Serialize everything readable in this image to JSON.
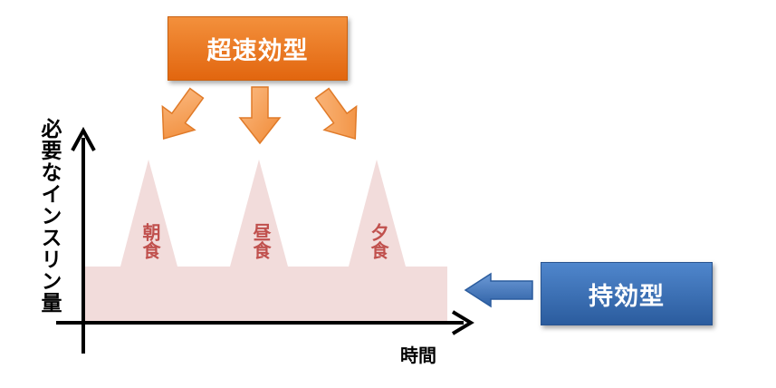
{
  "labels": {
    "rapid_acting": "超速効型",
    "long_acting": "持効型",
    "y_axis": "必要なインスリン量",
    "x_axis": "時間"
  },
  "meals": [
    {
      "name": "朝食"
    },
    {
      "name": "昼食"
    },
    {
      "name": "夕食"
    }
  ],
  "colors": {
    "rapid_box": "#e87722",
    "basal_box": "#3a6fb6",
    "arrow_orange": "#f7a15a",
    "arrow_blue": "#4a7fc4",
    "insulin_fill": "#f2dcdb",
    "meal_text": "#c0504d",
    "axis": "#000000"
  }
}
